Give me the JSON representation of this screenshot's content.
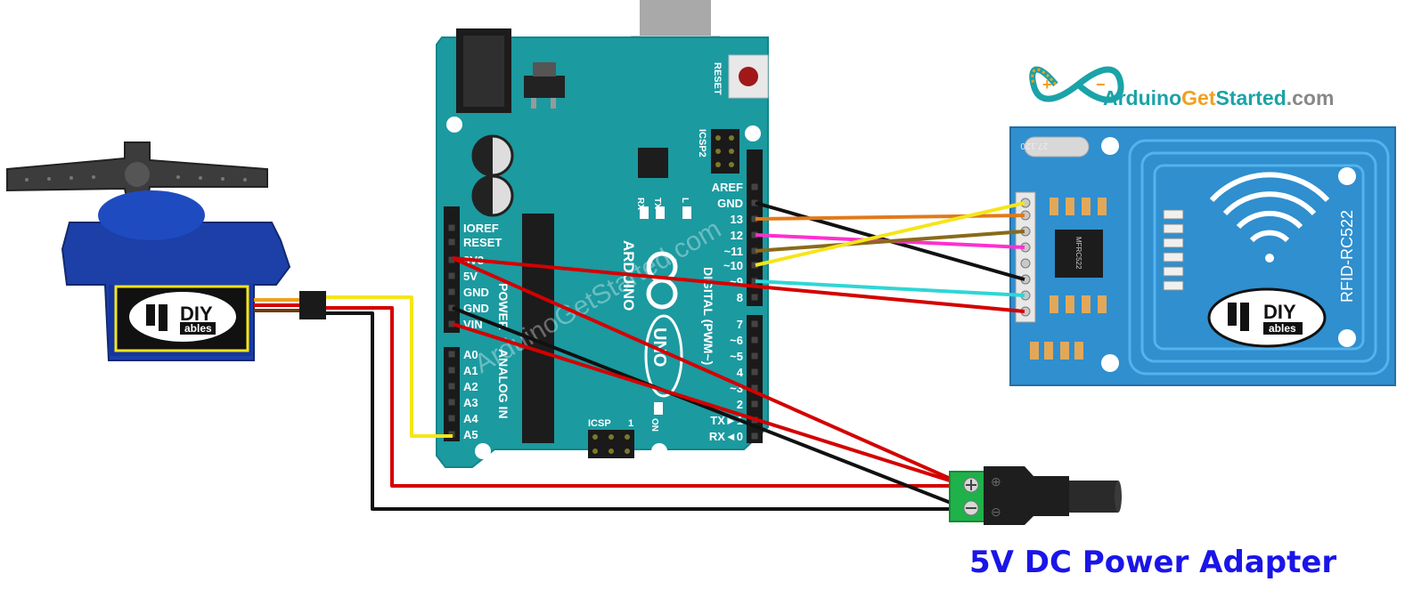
{
  "logo": {
    "text_arduino": "Arduino",
    "text_get": "Get",
    "text_started": "Started",
    "text_com": ".com"
  },
  "watermark": "ArduinoGetStarted.com",
  "arduino": {
    "reset_label": "RESET",
    "icsp2_label": "ICSP2",
    "icsp_label": "ICSP",
    "icsp_pin1": "1",
    "tx_label": "TX",
    "rx_label": "RX",
    "l_label": "L",
    "on_label": "ON",
    "brand": "ARDUINO",
    "model": "UNO",
    "digital_label": "DIGITAL (PWM~)",
    "power_label": "POWER",
    "analog_label": "ANALOG IN",
    "power_pins": [
      "IOREF",
      "RESET",
      "3V3",
      "5V",
      "GND",
      "GND",
      "VIN"
    ],
    "analog_pins": [
      "A0",
      "A1",
      "A2",
      "A3",
      "A4",
      "A5"
    ],
    "digital_top_pins": [
      "AREF",
      "GND",
      "13",
      "12",
      "~11",
      "~10",
      "~9",
      "8"
    ],
    "digital_bottom_pins": [
      "7",
      "~6",
      "~5",
      "4",
      "~3",
      "2",
      "TX►1",
      "RX◄0"
    ]
  },
  "rfid": {
    "model": "RFID-RC522",
    "chip": "MFRC522",
    "crystal": "27.120",
    "brand_top": "DIY",
    "brand_bottom": "ables"
  },
  "servo": {
    "brand_top": "DIY",
    "brand_bottom": "ables"
  },
  "adapter": {
    "plus": "⊕",
    "minus": "⊖"
  },
  "caption": "5V DC Power Adapter",
  "colors": {
    "board": "#1b9aa0",
    "board_dark": "#0f7c82",
    "rfid_board": "#2f8fcf",
    "servo_blue": "#1c3fa8",
    "wire_red": "#d40000",
    "wire_black": "#111111",
    "wire_yellow": "#f5e51a",
    "wire_orange": "#e07a1a",
    "wire_brown": "#8a6a1a",
    "wire_magenta": "#ff2fd0",
    "wire_cyan": "#2fd6d6",
    "caption_blue": "#1a15e8"
  }
}
